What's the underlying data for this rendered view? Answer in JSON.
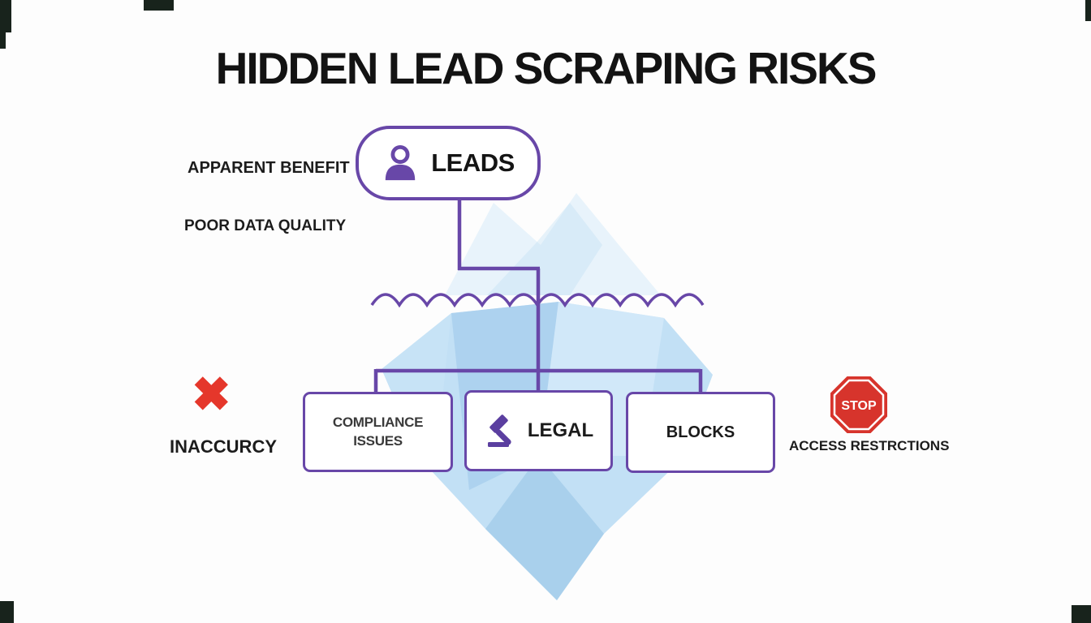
{
  "title": "HIDDEN LEAD SCRAPING RISKS",
  "surface": {
    "apparent_benefit_label": "APPARENT BENEFIT",
    "poor_data_quality_label": "POOR DATA QUALITY",
    "leads_node": {
      "label": "LEADS",
      "icon": "person-icon"
    }
  },
  "underwater": {
    "boxes": [
      {
        "label": "COMPLIANCE ISSUES",
        "icon": ""
      },
      {
        "label": "LEGAL",
        "icon": "gavel-icon"
      },
      {
        "label": "BLOCKS",
        "icon": ""
      }
    ],
    "left_callout": {
      "icon": "x-icon",
      "icon_glyph": "✖",
      "label": "INACCURCY"
    },
    "right_callout": {
      "icon": "stop-sign-icon",
      "sign_text": "STOP",
      "label": "ACCESS RESTRCTIONS"
    }
  },
  "colors": {
    "accent_purple": "#6847a8",
    "iceberg_blue": "#bfdef4",
    "alert_red": "#e5372b",
    "stop_red": "#d7342c",
    "title_black": "#131313",
    "background": "#fdfdfd"
  }
}
